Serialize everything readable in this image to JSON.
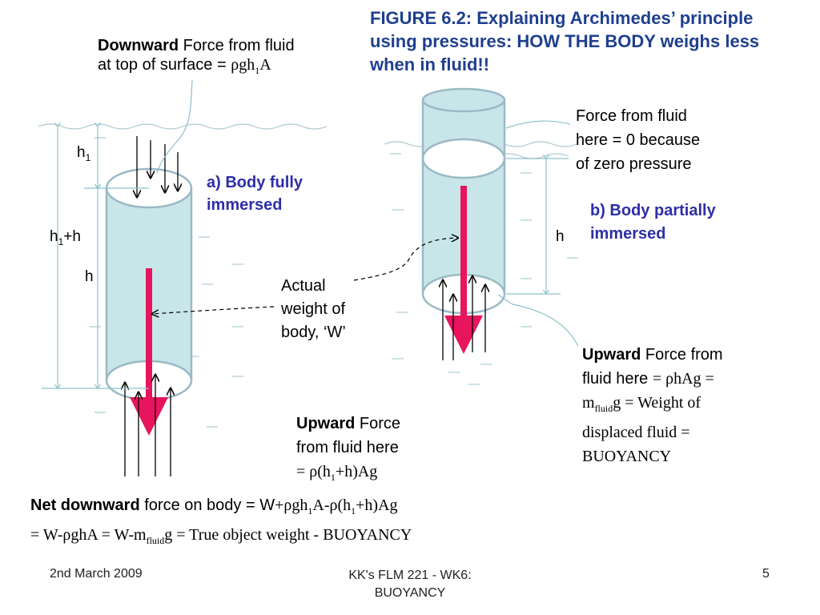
{
  "title": "FIGURE 6.2: Explaining Archimedes’ principle using pressures: HOW THE BODY weighs less when in fluid!!",
  "downward": {
    "bold": "Downward",
    "rest1": " Force from fluid",
    "line2": "at top of surface = ",
    "formula": "ρgh",
    "sub": "1",
    "tail": "A"
  },
  "force_zero": {
    "line1": "Force from fluid",
    "line2": "here = 0 because",
    "line3": "of zero pressure"
  },
  "label_a": {
    "line1": "a) Body fully",
    "line2": "immersed"
  },
  "label_b": {
    "line1": "b) Body partially",
    "line2": "immersed"
  },
  "actual_weight": {
    "line1": "Actual",
    "line2": "weight of",
    "line3": "body, ‘W’"
  },
  "dims": {
    "h1": "h",
    "h1_sub": "1",
    "h1h_a": "h",
    "h1h_sub": "1",
    "h1h_b": "+h",
    "h_left": "h",
    "h_right": "h"
  },
  "upward_right": {
    "bold": "Upward",
    "rest": " Force from",
    "l2a": "fluid here ",
    "l2b": "= ρhAg =",
    "l3a": "m",
    "l3sub": "fluid",
    "l3b": "g = Weight of",
    "l4": "displaced fluid =",
    "l5": "BUOYANCY"
  },
  "upward_mid": {
    "bold": "Upward",
    "rest": " Force",
    "l2": "from fluid here",
    "l3a": "= ρ(h",
    "l3sub": "1",
    "l3b": "+h)Ag"
  },
  "net": {
    "bold": "Net downward",
    "rest": " force on body = ",
    "w": "W",
    "formula_a": "+ρgh",
    "sub1": "1",
    "formula_b": "A-ρ(h",
    "sub2": "1",
    "formula_c": "+h)Ag",
    "l2a": "= W-ρghA = W-m",
    "l2sub": "fluid",
    "l2b": "g = True object weight - BUOYANCY"
  },
  "footer": {
    "date": "2nd March 2009",
    "center1": "KK's FLM 221 - WK6:",
    "center2": "BUOYANCY",
    "page": "5"
  },
  "colors": {
    "fluid": "#c8e6ea",
    "outline": "#9ab9c4",
    "arrow": "#e8145e",
    "title": "#1f3f8f",
    "label": "#2e2ea8"
  }
}
